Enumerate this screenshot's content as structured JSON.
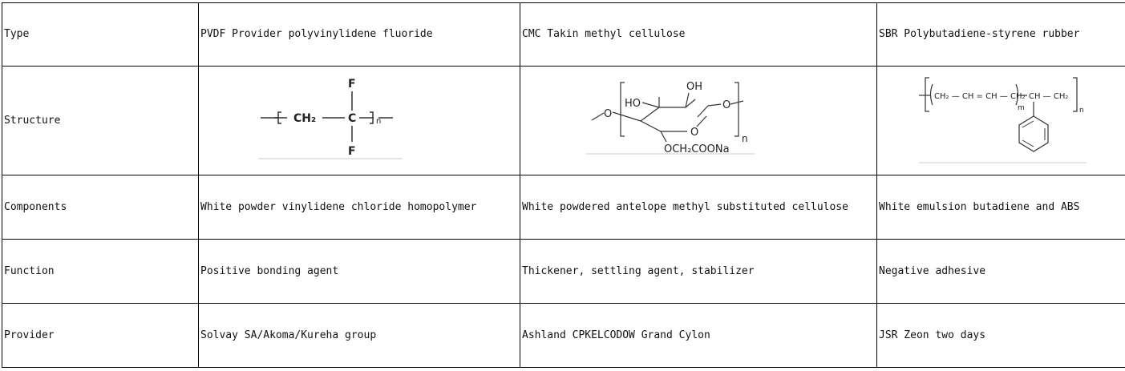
{
  "table": {
    "rows": [
      {
        "header": "Type",
        "cells": [
          "PVDF Provider polyvinylidene fluoride",
          "CMC Takin methyl cellulose",
          "SBR Polybutadiene-styrene rubber"
        ]
      },
      {
        "header": "Structure",
        "cells": [
          {
            "image": "pvdf-structure",
            "labels": {
              "top": "F",
              "left": "CH₂",
              "center": "C",
              "bottom": "F",
              "subscript": "n"
            }
          },
          {
            "image": "cmc-structure",
            "labels": {
              "oh_top": "OH",
              "ho_left": "HO",
              "o_right": "O",
              "o_left": "O",
              "o_ring": "O",
              "side": "OCH₂COONa",
              "subscript": "n"
            }
          },
          {
            "image": "sbr-structure",
            "labels": {
              "chain": "CH₂ — CH = CH — CH₂",
              "sub_m": "m",
              "branch": "CH — CH₂",
              "sub_n": "n"
            }
          }
        ]
      },
      {
        "header": "Components",
        "cells": [
          "White powder vinylidene chloride homopolymer",
          "White powdered antelope methyl substituted cellulose",
          "White emulsion butadiene and ABS"
        ]
      },
      {
        "header": "Function",
        "cells": [
          "Positive bonding agent",
          "Thickener, settling agent, stabilizer",
          "Negative adhesive"
        ]
      },
      {
        "header": "Provider",
        "cells": [
          "Solvay SA/Akoma/Kureha group",
          "Ashland CPKELCODOW Grand Cylon",
          "JSR Zeon two days"
        ]
      }
    ]
  }
}
